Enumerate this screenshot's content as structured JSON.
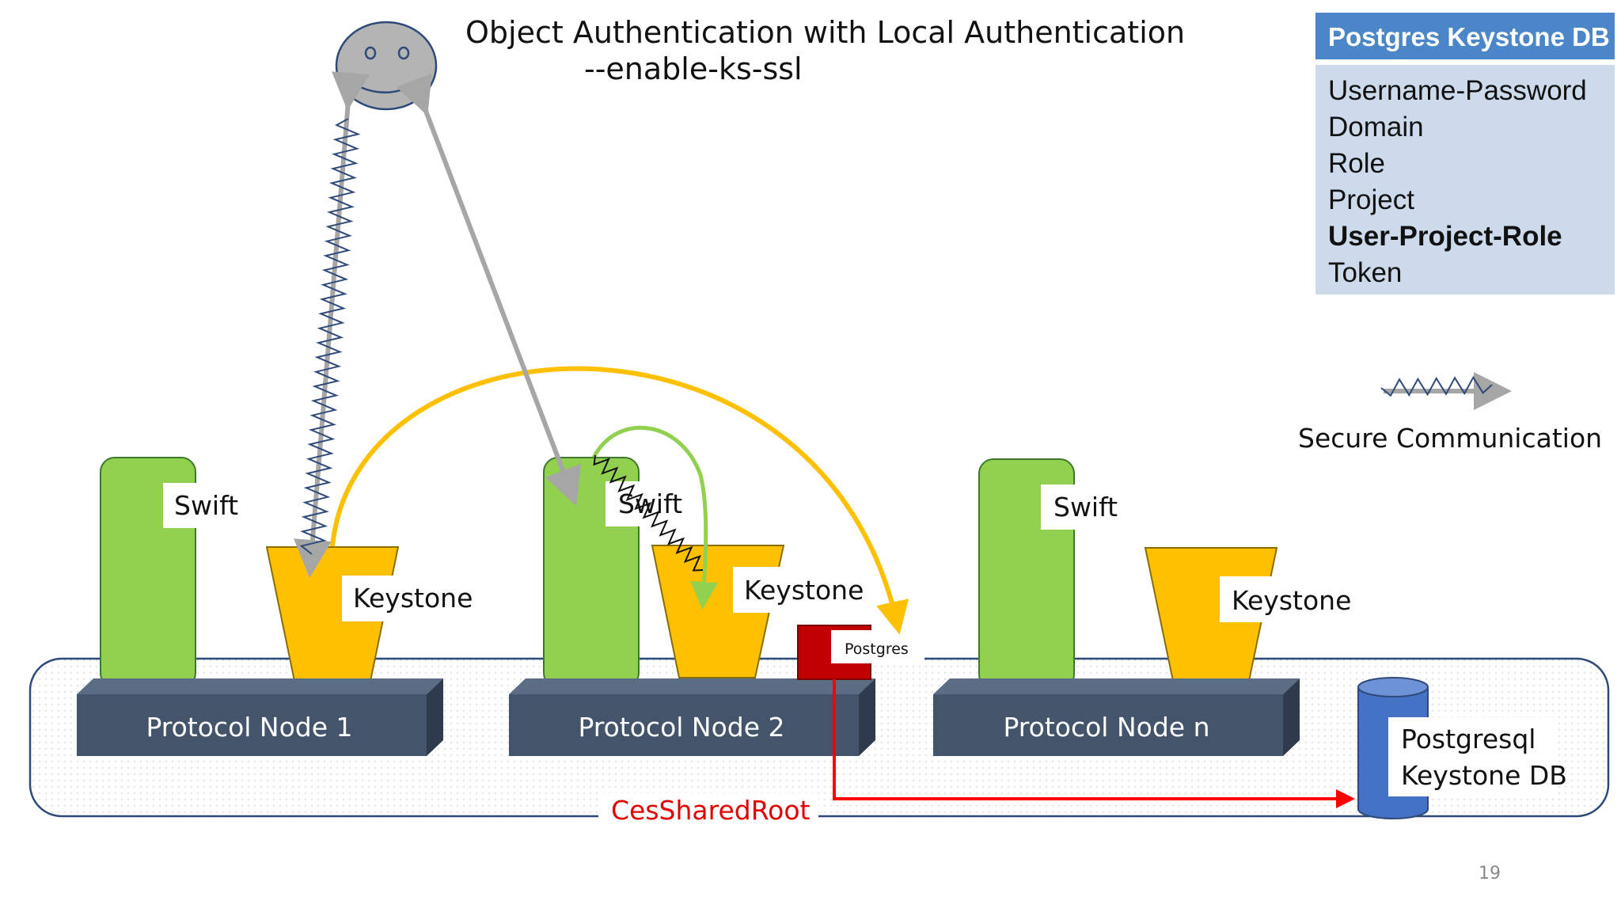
{
  "title": {
    "line1": "Object Authentication with Local Authentication",
    "line2": "--enable-ks-ssl"
  },
  "db_panel": {
    "header": "Postgres Keystone DB",
    "items": [
      {
        "label": "Username-Password",
        "bold": false
      },
      {
        "label": "Domain",
        "bold": false
      },
      {
        "label": "Role",
        "bold": false
      },
      {
        "label": "Project",
        "bold": false
      },
      {
        "label": "User-Project-Role",
        "bold": true
      },
      {
        "label": "Token",
        "bold": false
      }
    ]
  },
  "legend": {
    "secure_label": "Secure Communication"
  },
  "nodes": [
    {
      "label": "Protocol Node 1",
      "swift": "Swift",
      "keystone": "Keystone"
    },
    {
      "label": "Protocol Node 2",
      "swift": "Swift",
      "keystone": "Keystone",
      "postgres": "Postgres"
    },
    {
      "label": "Protocol Node n",
      "swift": "Swift",
      "keystone": "Keystone"
    }
  ],
  "postgresql_db": {
    "line1": "Postgresql",
    "line2": "Keystone DB"
  },
  "shared_root": "CesSharedRoot",
  "page_number": "19",
  "colors": {
    "swift_green": "#92d050",
    "keystone_yellow": "#ffc000",
    "node_base": "#44546a",
    "db_blue": "#4472c4",
    "postgres_red": "#c00000",
    "arrow_red": "#ff0000",
    "arrow_grey": "#a6a6a6",
    "arc_yellow": "#ffc000"
  }
}
